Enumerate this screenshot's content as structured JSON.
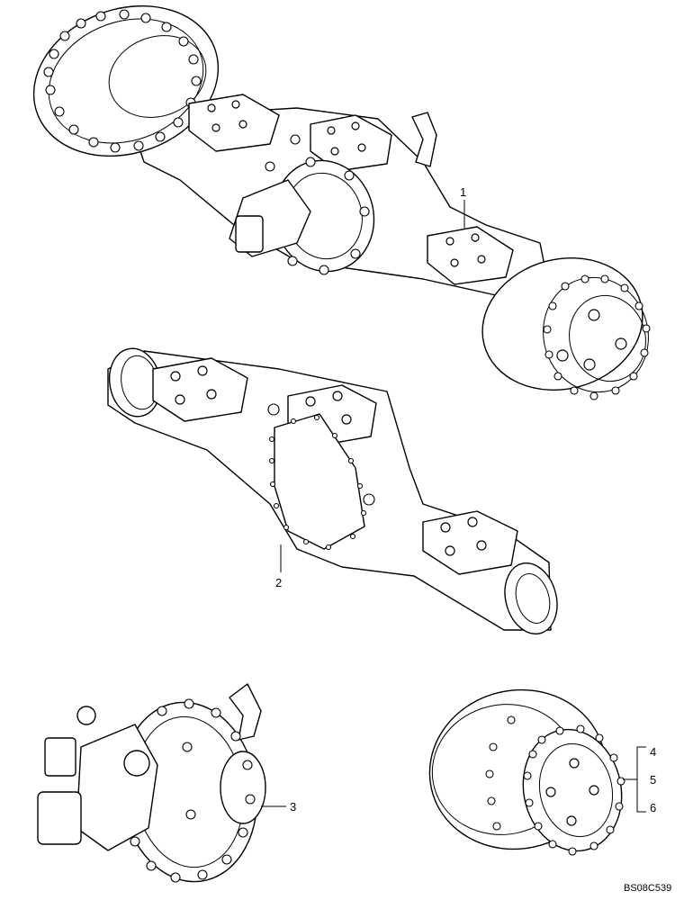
{
  "callouts": {
    "axle_assembly": "1",
    "axle_housing": "2",
    "differential": "3",
    "hub_item_a": "4",
    "hub_item_b": "5",
    "hub_item_c": "6"
  },
  "drawing_reference": "BS08C539"
}
